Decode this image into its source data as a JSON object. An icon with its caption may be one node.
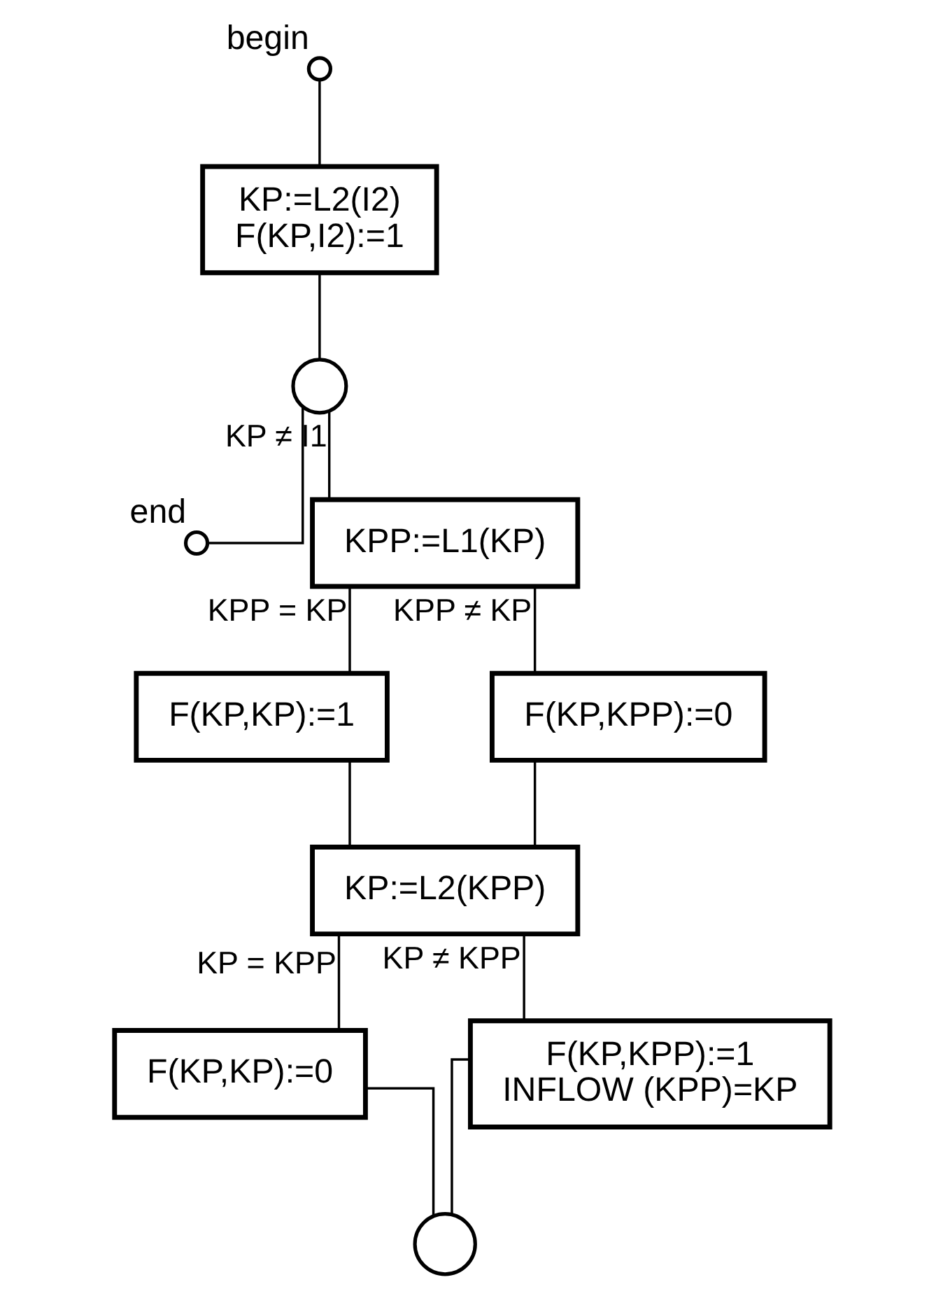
{
  "diagram": {
    "nodes": [
      {
        "text": [],
        "shape": "circle",
        "beside": [
          "begin"
        ]
      },
      {
        "text": [
          "KP:=L2(I2)",
          "F(KP,I2):=1"
        ]
      },
      {
        "text": [],
        "shape": "circle"
      },
      {
        "text": [],
        "shape": "circle",
        "beside": [
          "end"
        ]
      },
      {
        "text": [
          "KPP:=L1(KP)"
        ]
      },
      {
        "text": [
          "F(KP,KP):=1"
        ]
      },
      {
        "text": [
          "F(KP,KPP):=0"
        ]
      },
      {
        "text": [
          "KP:=L2(KPP)"
        ]
      },
      {
        "text": [
          "F(KP,KP):=0"
        ]
      },
      {
        "text": [
          "F(KP,KPP):=1",
          "INFLOW (KPP)=KP"
        ]
      },
      {
        "text": [],
        "shape": "circle"
      }
    ],
    "edges": [
      {
        "from": 0,
        "to": 1,
        "arrow": "none"
      },
      {
        "from": 1,
        "to": 2,
        "arrow": "none"
      },
      {
        "from": 2,
        "to": 3,
        "arrow": "none"
      },
      {
        "from": 2,
        "to": 4,
        "label": "KP ≠ I1",
        "arrow": "none"
      },
      {
        "from": 4,
        "to": 5,
        "label": "KPP = KP",
        "arrow": "none"
      },
      {
        "from": 4,
        "to": 6,
        "label": "KPP ≠ KP",
        "arrow": "none"
      },
      {
        "from": 5,
        "to": 7,
        "arrow": "none"
      },
      {
        "from": 6,
        "to": 7,
        "arrow": "none"
      },
      {
        "from": 7,
        "to": 8,
        "label": "KP = KPP",
        "arrow": "none"
      },
      {
        "from": 7,
        "to": 9,
        "label": "KP ≠ KPP",
        "arrow": "none"
      },
      {
        "from": 8,
        "to": 10,
        "arrow": "none"
      },
      {
        "from": 9,
        "to": 10,
        "arrow": "none"
      }
    ]
  }
}
